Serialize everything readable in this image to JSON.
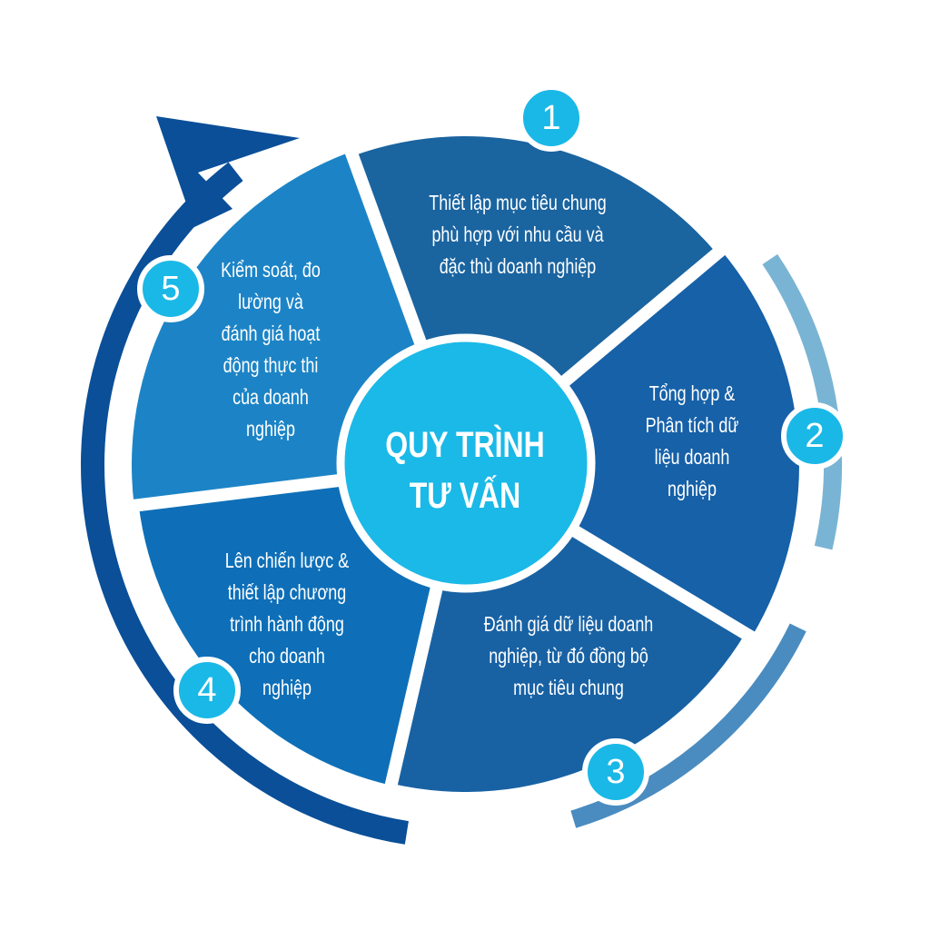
{
  "title": {
    "line1": "QUY TRÌNH",
    "line2": "TƯ VẤN"
  },
  "steps": [
    {
      "number": "1",
      "lines": [
        "Thiết lập mục tiêu chung",
        "phù hợp với nhu cầu và",
        "đặc thù doanh nghiệp"
      ],
      "color": "#1a64a0"
    },
    {
      "number": "2",
      "lines": [
        "Tổng hợp &",
        "Phân tích dữ",
        "liệu doanh",
        "nghiệp"
      ],
      "color": "#1661a8"
    },
    {
      "number": "3",
      "lines": [
        "Đánh giá dữ liệu doanh",
        "nghiệp, từ đó đồng bộ",
        "mục tiêu chung"
      ],
      "color": "#1862a4"
    },
    {
      "number": "4",
      "lines": [
        "Lên chiến lược &",
        "thiết lập chương",
        "trình hành động",
        "cho doanh",
        "nghiệp"
      ],
      "color": "#0e6fb8"
    },
    {
      "number": "5",
      "lines": [
        "Kiểm soát, đo",
        "lường và",
        "đánh giá hoạt",
        "động thực thi",
        "của doanh",
        "nghiệp"
      ],
      "color": "#1c84c6"
    }
  ],
  "colors": {
    "center": "#1ab9e8",
    "badge": "#1ab8e6",
    "cycle_arrow": "#0a4f98",
    "arc2": "#7ab4d4",
    "arc3": "#4a8cc0"
  }
}
